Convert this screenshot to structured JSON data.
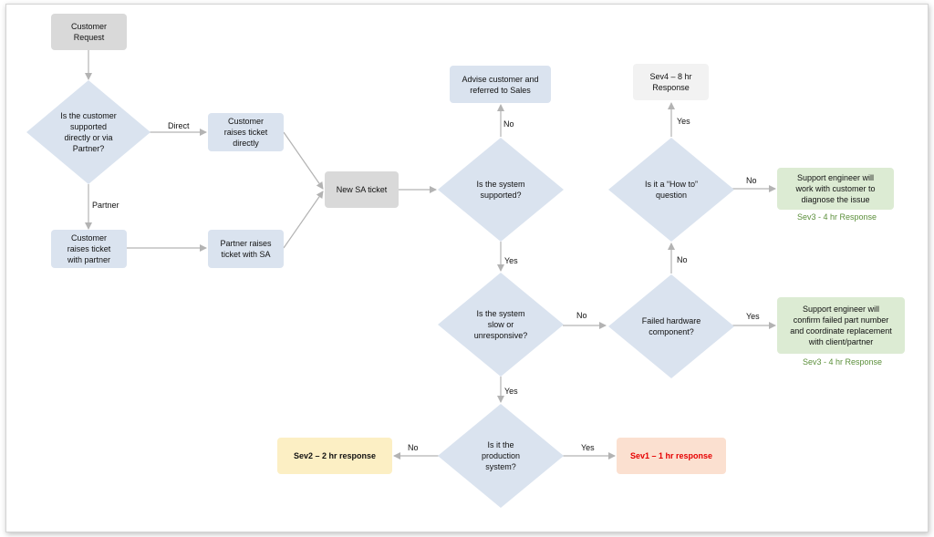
{
  "nodes": {
    "customer_request": "Customer\nRequest",
    "q_supported_via": "Is the customer\nsupported\ndirectly or via\nPartner?",
    "customer_raises_direct": "Customer\nraises ticket\ndirectly",
    "customer_raises_partner": "Customer\nraises ticket\nwith partner",
    "partner_raises_sa": "Partner raises\nticket with SA",
    "new_sa_ticket": "New SA ticket",
    "q_system_supported": "Is the system\nsupported?",
    "advise_sales": "Advise customer and\nreferred to Sales",
    "q_slow": "Is the system\nslow or\nunresponsive?",
    "q_production": "Is it the\nproduction\nsystem?",
    "sev2": "Sev2 – 2 hr response",
    "sev1": "Sev1 – 1 hr response",
    "q_hardware": "Failed hardware\ncomponent?",
    "q_howto": "Is it a “How to”\nquestion",
    "sev4": "Sev4 – 8 hr\nResponse",
    "support_diagnose": "Support engineer will\nwork with customer to\ndiagnose the issue",
    "support_replace": "Support engineer will\nconfirm failed part number\nand coordinate replacement\nwith client/partner"
  },
  "severity_notes": {
    "diagnose": "Sev3 - 4 hr Response",
    "replace": "Sev3 - 4 hr Response"
  },
  "edge_labels": {
    "direct": "Direct",
    "partner": "Partner",
    "supported_no": "No",
    "supported_yes": "Yes",
    "slow_no": "No",
    "slow_yes": "Yes",
    "production_no": "No",
    "production_yes": "Yes",
    "hardware_no": "No",
    "hardware_yes": "Yes",
    "howto_yes": "Yes",
    "howto_no": "No"
  },
  "colors": {
    "box_blue": "#dae3ef",
    "box_gray": "#d9d9d9",
    "box_green": "#dcebd3",
    "box_yellow": "#fcefc4",
    "box_peach": "#fbe0d0",
    "sev1_text": "#e60000",
    "sev3_text": "#5b8f3a",
    "connector": "#b3b3b3"
  }
}
